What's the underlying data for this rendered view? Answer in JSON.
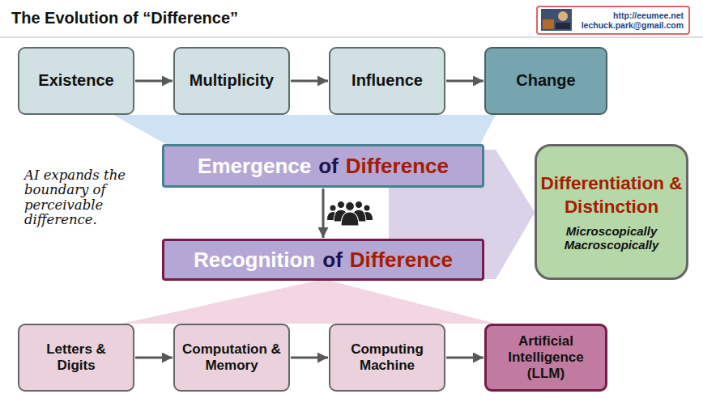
{
  "diagram": {
    "title": "The Evolution of “Difference”",
    "nodes": [
      {
        "text": [
          "http://eeumee.net",
          "lechuck.park@gmail.com"
        ]
      },
      {
        "text": [
          "Existence"
        ]
      },
      {
        "text": [
          "Multiplicity"
        ]
      },
      {
        "text": [
          "Influence"
        ]
      },
      {
        "text": [
          "Change"
        ]
      },
      {
        "text": [
          "Emergence",
          "of",
          "Difference"
        ]
      },
      {
        "text": [
          "Recognition",
          "of",
          "Difference"
        ]
      },
      {
        "text": [
          "Differentiation & Distinction",
          "Microscopically",
          "Macroscopically"
        ]
      },
      {
        "text": [
          "Letters & Digits"
        ]
      },
      {
        "text": [
          "Computation & Memory"
        ]
      },
      {
        "text": [
          "Computing Machine"
        ]
      },
      {
        "text": [
          "Artificial Intelligence (LLM)"
        ]
      }
    ],
    "edges": [
      {
        "from": 1,
        "to": 2,
        "arrow": "to"
      },
      {
        "from": 2,
        "to": 3,
        "arrow": "to"
      },
      {
        "from": 3,
        "to": 4,
        "arrow": "to"
      },
      {
        "from": 5,
        "to": 6,
        "arrow": "to"
      },
      {
        "from": 5,
        "to": 7,
        "arrow": "to"
      },
      {
        "from": 6,
        "to": 7,
        "arrow": "to"
      },
      {
        "from": 8,
        "to": 9,
        "arrow": "to"
      },
      {
        "from": 9,
        "to": 10,
        "arrow": "to"
      },
      {
        "from": 10,
        "to": 11,
        "arrow": "to"
      }
    ],
    "labels": [
      "AI expands the boundary of perceivable difference."
    ]
  }
}
